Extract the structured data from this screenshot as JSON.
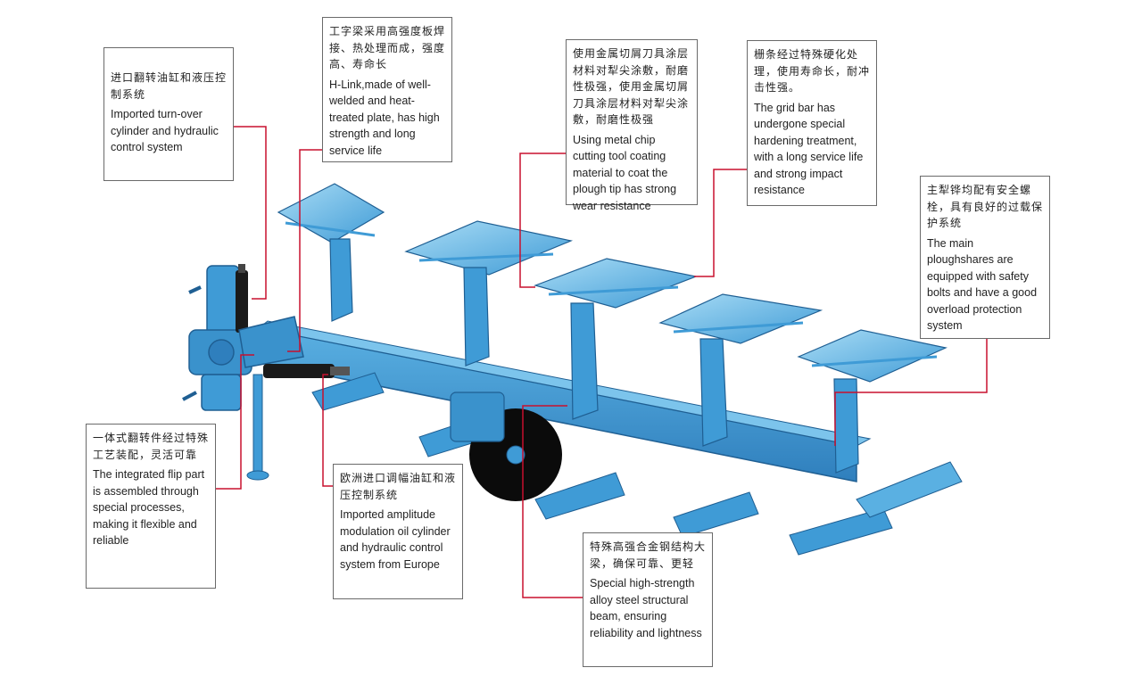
{
  "colors": {
    "plough_blue": "#3f9bd6",
    "plough_dark": "#1f5f93",
    "plough_light": "#a9dcf5",
    "leader_red": "#c8102e",
    "wheel": "#0b0b0b"
  },
  "callouts": [
    {
      "id": "turnover-cylinder",
      "zh": "进口翻转油缸和液压控制系统",
      "en": "Imported turn-over cylinder and hydraulic control system"
    },
    {
      "id": "h-link",
      "zh": "工字梁采用高强度板焊接、热处理而成，强度高、寿命长",
      "en": "H-Link,made of well-welded and heat-treated plate, has high strength and long service life"
    },
    {
      "id": "plough-tip",
      "zh": "使用金属切屑刀具涂层材料对犁尖涂敷，耐磨性极强，使用金属切屑刀具涂层材料对犁尖涂敷，耐磨性极强",
      "en": "Using metal chip cutting tool coating material to coat the plough tip has strong wear resistance"
    },
    {
      "id": "grid-bar",
      "zh": "栅条经过特殊硬化处理，使用寿命长，耐冲击性强。",
      "en": "The grid bar has undergone special hardening treatment, with a long service life and strong impact resistance"
    },
    {
      "id": "ploughshares",
      "zh": "主犁铧均配有安全螺栓，具有良好的过载保护系统",
      "en": "The main ploughshares are equipped with safety bolts and have a good overload protection system"
    },
    {
      "id": "flip-part",
      "zh": "一体式翻转件经过特殊工艺装配，灵活可靠",
      "en": "The integrated flip part is assembled through special processes, making it flexible and reliable"
    },
    {
      "id": "amplitude-cylinder",
      "zh": "欧洲进口调幅油缸和液压控制系统",
      "en": "Imported amplitude modulation oil cylinder and hydraulic control system from Europe"
    },
    {
      "id": "beam",
      "zh": "特殊高强合金钢结构大梁，确保可靠、更轻",
      "en": "Special high-strength alloy steel structural beam, ensuring reliability and lightness"
    }
  ]
}
